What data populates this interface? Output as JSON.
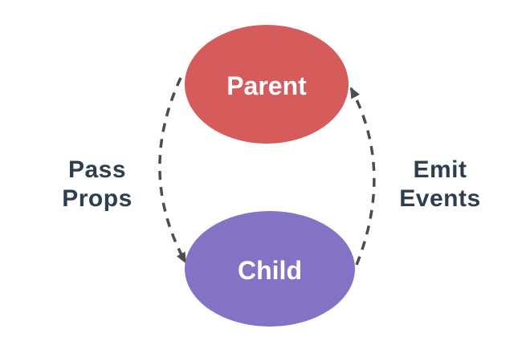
{
  "nodes": {
    "parent": {
      "label": "Parent",
      "fill_color": "#d65c5c",
      "text_color": "#ffffff"
    },
    "child": {
      "label": "Child",
      "fill_color": "#8472c4",
      "text_color": "#ffffff"
    }
  },
  "edges": {
    "pass_props": {
      "label": "Pass\nProps",
      "direction": "parent-to-child"
    },
    "emit_events": {
      "label": "Emit\nEvents",
      "direction": "child-to-parent"
    },
    "label_color": "#2c3e50"
  },
  "arrows": {
    "color": "#4d4d4d",
    "style": "dashed"
  }
}
